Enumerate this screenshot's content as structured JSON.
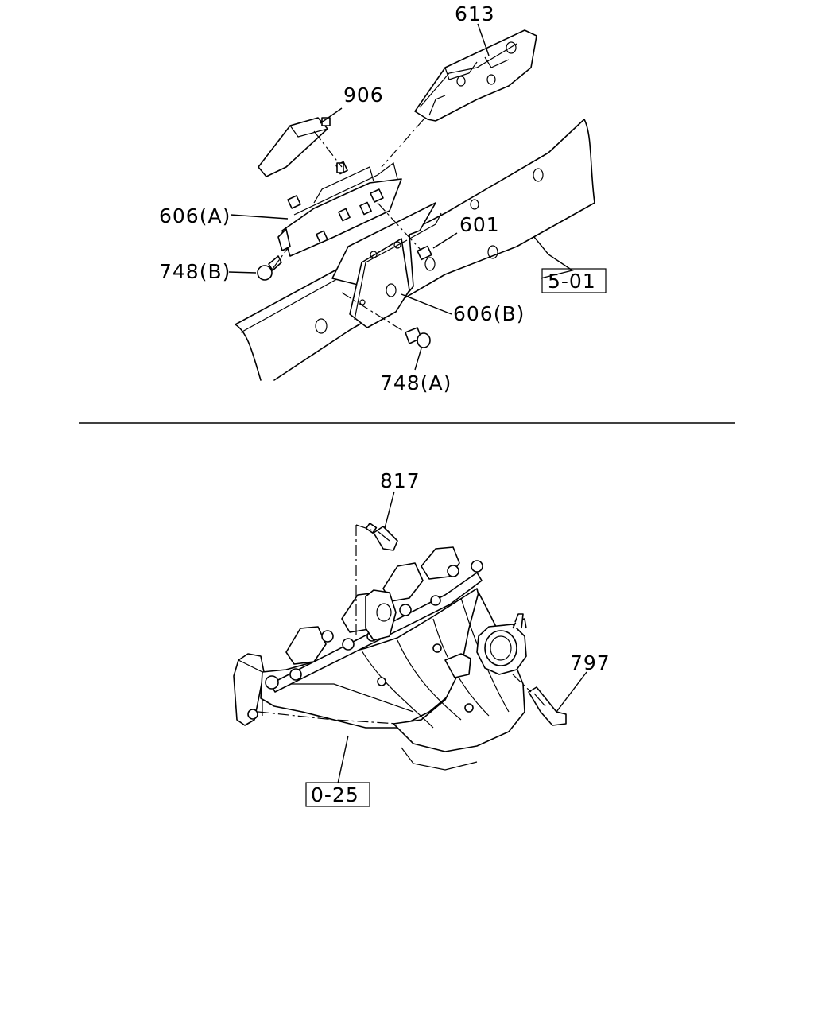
{
  "top_diagram": {
    "labels": {
      "p613": "613",
      "p906": "906",
      "p606a": "606(A)",
      "p601": "601",
      "p748b": "748(B)",
      "p606b": "606(B)",
      "p748a": "748(A)"
    },
    "reference": "5-01"
  },
  "bottom_diagram": {
    "labels": {
      "p817": "817",
      "p797": "797"
    },
    "reference": "0-25"
  }
}
